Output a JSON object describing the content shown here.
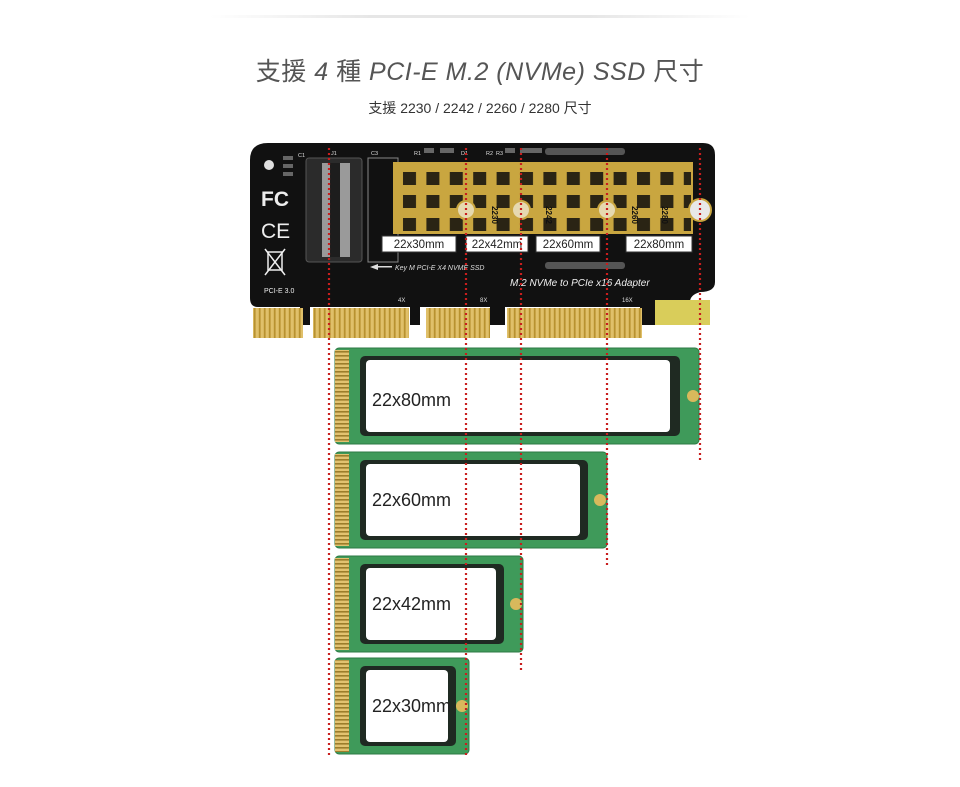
{
  "heading": {
    "prefix": "支援 ",
    "count": "4",
    "mid": " 種 ",
    "product": "PCI-E M.2 (NVMe) SSD",
    "suffix": " 尺寸"
  },
  "subheading": "支援 2230 / 2242 / 2260 / 2280 尺寸",
  "board": {
    "silk_part_labels": [
      "J1",
      "C3",
      "R1",
      "D1",
      "R2",
      "R3",
      "C1"
    ],
    "standoff_numbers": [
      "2230",
      "2242",
      "2260",
      "2280"
    ],
    "size_labels": [
      "22x30mm",
      "22x42mm",
      "22x60mm",
      "22x80mm"
    ],
    "key_text": "Key M PCI-E X4 NVME SSD",
    "adapter_text": "M.2 NVMe to PCIe x16 Adapter",
    "pcie_text": "PCI-E 3.0",
    "lane_labels": [
      "4X",
      "8X",
      "16X"
    ],
    "certifications": [
      "FC",
      "CE"
    ]
  },
  "ssds": [
    {
      "label": "22x80mm"
    },
    {
      "label": "22x60mm"
    },
    {
      "label": "22x42mm"
    },
    {
      "label": "22x30mm"
    }
  ],
  "colors": {
    "pcb_black": "#111111",
    "gold": "#c9a640",
    "ssd_green": "#3f9a5a",
    "guide_red": "#c81e1e"
  }
}
